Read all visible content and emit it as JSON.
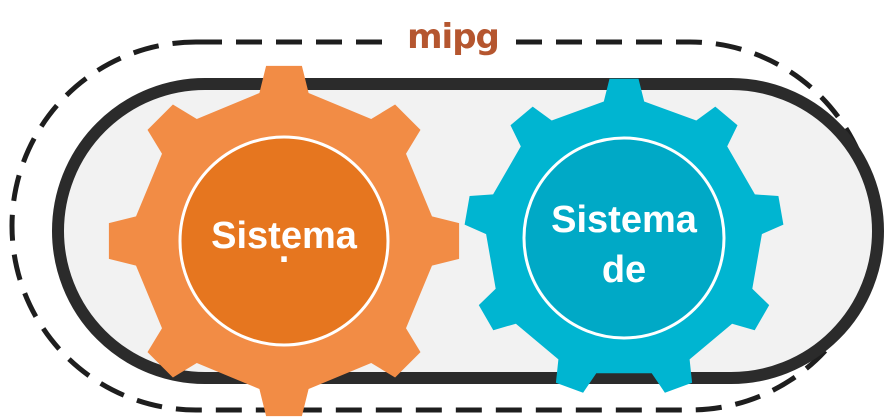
{
  "logo": {
    "text": "mipg",
    "color": "#b5562f"
  },
  "gears": [
    {
      "id": "left",
      "lines": [
        "Sistema",
        "."
      ],
      "color": "#f28c45",
      "inner_color": "#e6761f",
      "ring_color": "#ffffff"
    },
    {
      "id": "right",
      "lines": [
        "Sistema",
        "de"
      ],
      "color": "#00b5d1",
      "inner_color": "#00a9c6",
      "ring_color": "#ffffff"
    }
  ],
  "colors": {
    "capsule_fill": "#f2f2f2",
    "capsule_border": "#2b2b2b",
    "dashed_outline": "#1e1e1e"
  }
}
